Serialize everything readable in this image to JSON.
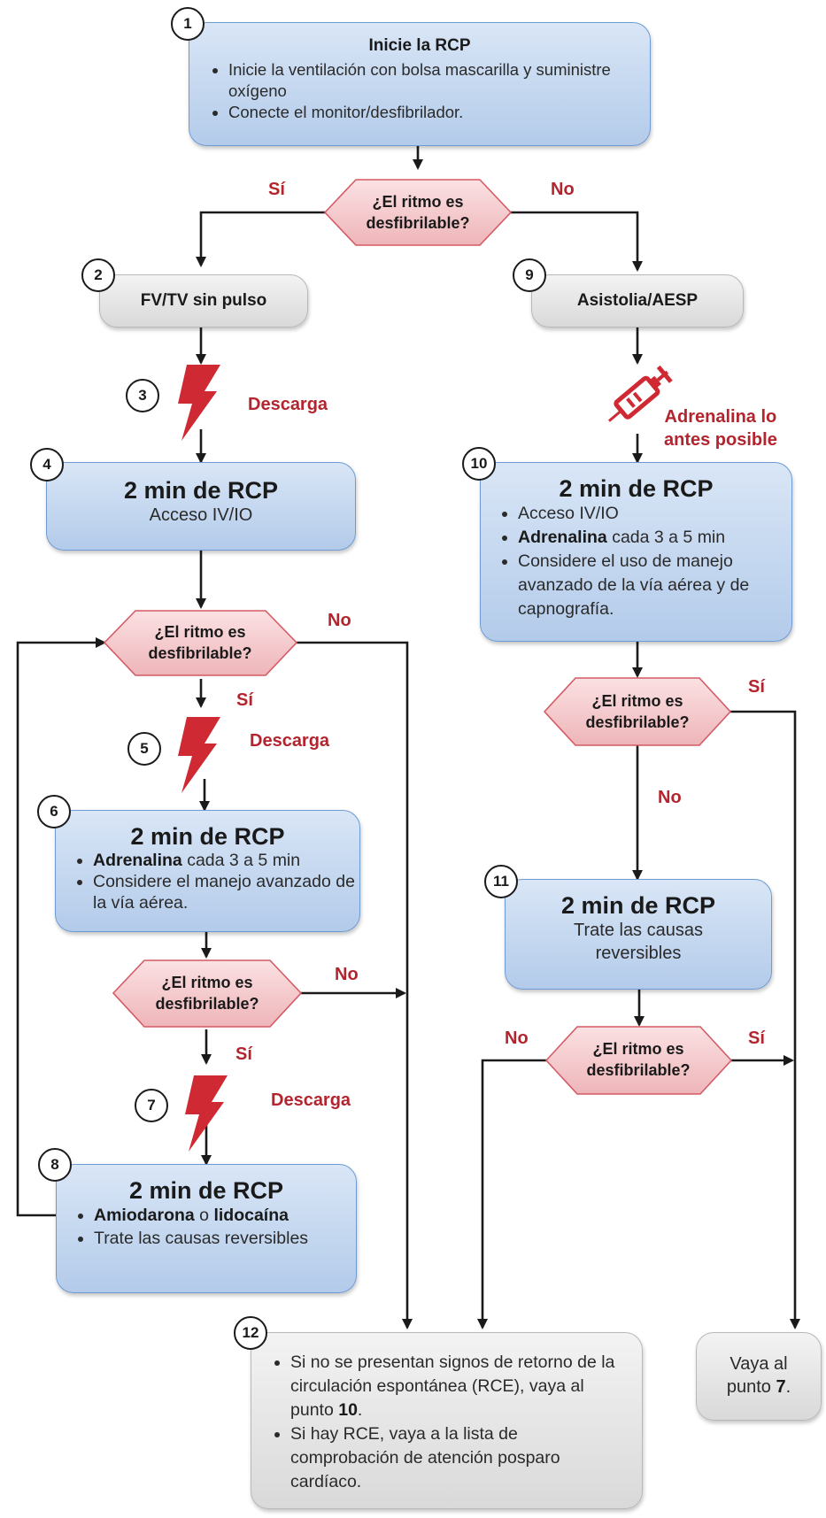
{
  "colors": {
    "box_blue": "#b3cbea",
    "box_gray": "#d9d9d9",
    "diamond_pink": "#f4c9cc",
    "accent_red": "#b3252e"
  },
  "icons": {
    "shock": "lightning-bolt-icon",
    "drug": "syringe-icon"
  },
  "step1": {
    "number": "1",
    "title": "Inicie la RCP",
    "bullets": [
      "Inicie la ventilación con bolsa mascarilla y suministre oxígeno",
      "Conecte el monitor/desfibrilador."
    ]
  },
  "step2": {
    "number": "2",
    "label": "FV/TV sin pulso"
  },
  "step3": {
    "number": "3",
    "label": "Descarga"
  },
  "step4": {
    "number": "4",
    "title": "2 min de RCP",
    "subtitle": "Acceso IV/IO"
  },
  "step5": {
    "number": "5",
    "label": "Descarga"
  },
  "step6": {
    "number": "6",
    "title": "2 min de RCP",
    "b1_bold": "Adrenalina",
    "b1_rest": " cada 3 a 5 min",
    "b2": "Considere el manejo avanzado de la vía aérea."
  },
  "step7": {
    "number": "7",
    "label": "Descarga"
  },
  "step8": {
    "number": "8",
    "title": "2 min de RCP",
    "b1_bold1": "Amiodarona",
    "b1_mid": " o ",
    "b1_bold2": "lidocaína",
    "b2": "Trate las causas reversibles"
  },
  "step9": {
    "number": "9",
    "label": "Asistolia/AESP"
  },
  "epinephrine": {
    "line1": "Adrenalina lo",
    "line2": "antes posible"
  },
  "step10": {
    "number": "10",
    "title": "2 min de RCP",
    "b1": "Acceso IV/IO",
    "b2_bold": "Adrenalina",
    "b2_rest": " cada 3 a 5 min",
    "b3": "Considere el uso de manejo avanzado de la vía aérea y de capnografía."
  },
  "step11": {
    "number": "11",
    "title": "2 min de RCP",
    "line1": "Trate las causas",
    "line2": "reversibles"
  },
  "step12": {
    "number": "12",
    "b1_pre": "Si no se presentan signos de retorno de la circulación espontánea (RCE), vaya al punto ",
    "b1_bold": "10",
    "b1_post": ".",
    "b2": "Si hay RCE, vaya a la lista de comprobación de atención posparo cardíaco."
  },
  "goto7": {
    "line1": "Vaya al",
    "pre": "punto ",
    "bold": "7",
    "post": "."
  },
  "decision": {
    "line1": "¿El ritmo es",
    "line2": "desfibrilable?"
  },
  "answers": {
    "yes": "Sí",
    "no": "No"
  }
}
